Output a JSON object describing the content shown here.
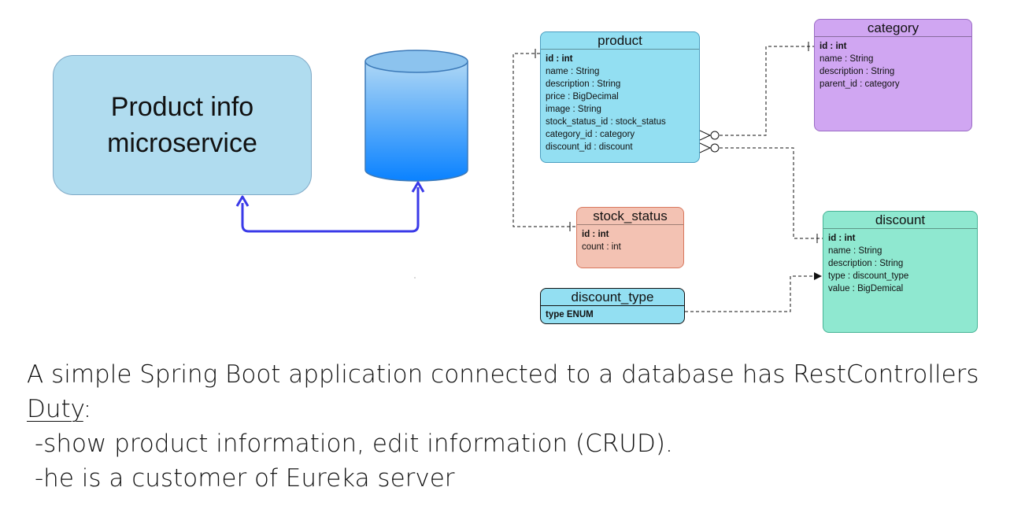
{
  "service": {
    "label_line1": "Product info",
    "label_line2": "microservice"
  },
  "entities": {
    "product": {
      "title": "product",
      "fields": [
        "id : int",
        "name : String",
        "description : String",
        "price : BigDecimal",
        "image : String",
        "stock_status_id : stock_status",
        "category_id : category",
        "discount_id : discount"
      ]
    },
    "category": {
      "title": "category",
      "fields": [
        "id : int",
        "name : String",
        "description : String",
        "parent_id : category"
      ]
    },
    "stock_status": {
      "title": "stock_status",
      "fields": [
        "id : int",
        "count : int"
      ]
    },
    "discount": {
      "title": "discount",
      "fields": [
        "id : int",
        "name : String",
        "description : String",
        "type : discount_type",
        "value : BigDemical"
      ]
    },
    "discount_type": {
      "title": "discount_type",
      "fields": [
        "type ENUM"
      ]
    }
  },
  "description": {
    "line1": "A simple Spring Boot application connected to a database has RestControllers",
    "duty_label": "Duty",
    "duty_suffix": ":",
    "line3": "-show product information, edit information (CRUD).",
    "line4": "-he is a customer of Eureka server"
  },
  "colors": {
    "service": "#b0dcef",
    "database": "#1a8cff",
    "arrow": "#3a3ae8",
    "product": "#93dff2",
    "category": "#d0a6f2",
    "stock_status": "#f3c2b3",
    "discount": "#8fe8d0",
    "discount_type": "#93dff2"
  }
}
